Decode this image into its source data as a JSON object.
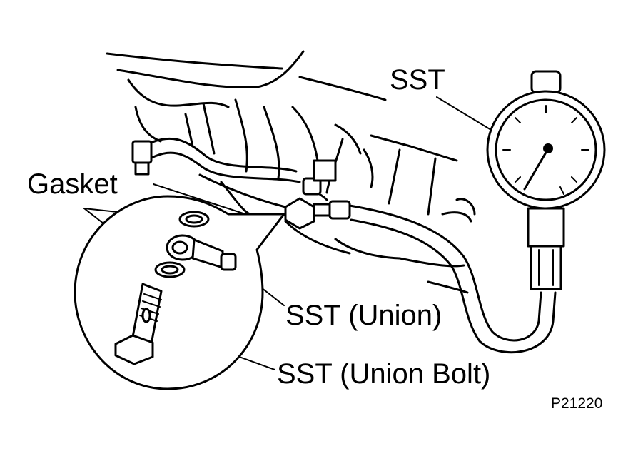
{
  "labels": {
    "sst_gauge": "SST",
    "gasket": "Gasket",
    "sst_union": "SST (Union)",
    "sst_union_bolt": "SST (Union Bolt)",
    "figure_code": "P21220"
  },
  "colors": {
    "ink": "#000000",
    "paper": "#ffffff"
  }
}
